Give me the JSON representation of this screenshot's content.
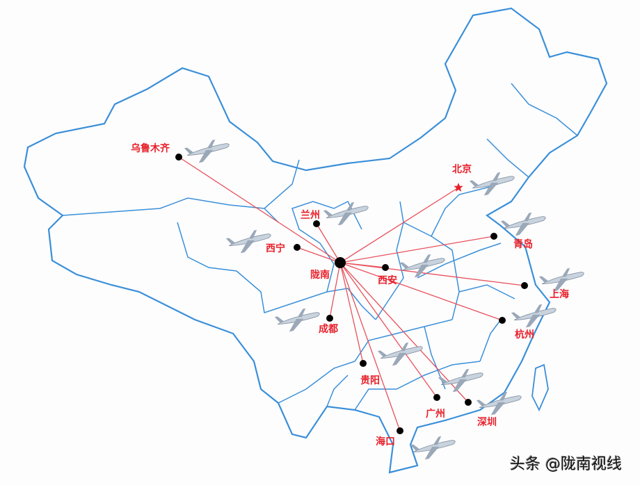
{
  "map": {
    "hub": "陇南",
    "cities": [
      {
        "name": "乌鲁木齐",
        "marker": "dot"
      },
      {
        "name": "北京",
        "marker": "star"
      },
      {
        "name": "兰州",
        "marker": "dot"
      },
      {
        "name": "西宁",
        "marker": "dot"
      },
      {
        "name": "西安",
        "marker": "dot"
      },
      {
        "name": "青岛",
        "marker": "dot"
      },
      {
        "name": "上海",
        "marker": "dot"
      },
      {
        "name": "杭州",
        "marker": "dot"
      },
      {
        "name": "成都",
        "marker": "dot"
      },
      {
        "name": "贵阳",
        "marker": "dot"
      },
      {
        "name": "广州",
        "marker": "dot"
      },
      {
        "name": "深圳",
        "marker": "dot"
      },
      {
        "name": "海口",
        "marker": "dot"
      }
    ],
    "colors": {
      "border": "#3a8fd8",
      "route": "#e8505a",
      "label": "#e8202a",
      "dot": "#000000",
      "plane": "#9aa8b8"
    }
  },
  "watermark": "头条 @陇南视线"
}
